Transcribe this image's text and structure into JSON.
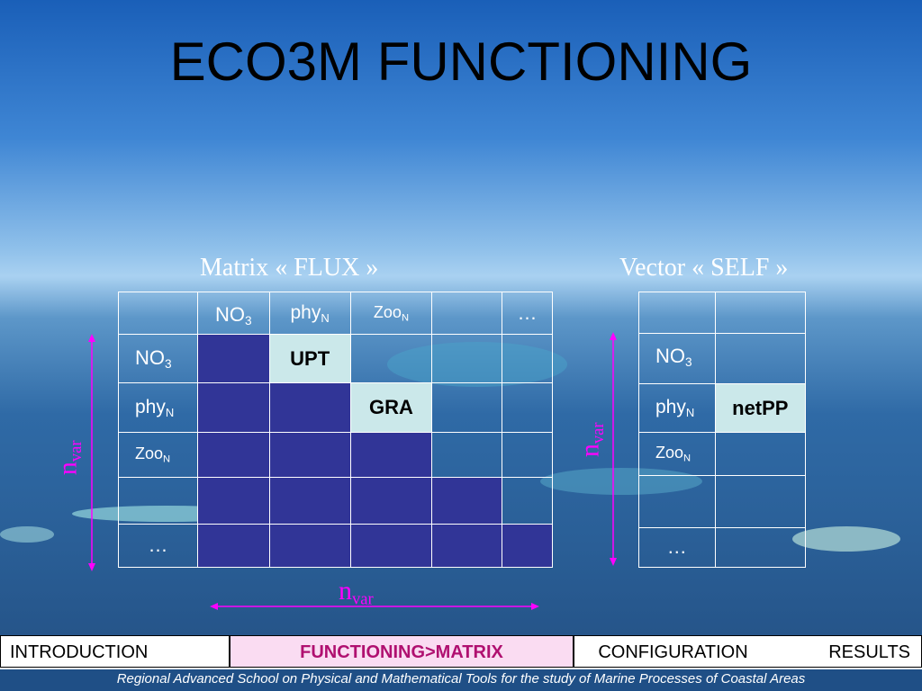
{
  "slide": {
    "title": "ECO3M FUNCTIONING",
    "matrix_caption": "Matrix « FLUX »",
    "vector_caption": "Vector « SELF »"
  },
  "matrix": {
    "header": {
      "c1_base": "NO",
      "c1_sub": "3",
      "c2_base": "phy",
      "c2_sub": "N",
      "c3_base": "Zoo",
      "c3_sub": "N",
      "c5": "…"
    },
    "rows": [
      {
        "base": "NO",
        "sub": "3"
      },
      {
        "base": "phy",
        "sub": "N"
      },
      {
        "base": "Zoo",
        "sub": "N"
      },
      {
        "base": "",
        "sub": ""
      },
      {
        "base": "…",
        "sub": ""
      }
    ],
    "cells": {
      "upt": "UPT",
      "gra": "GRA"
    }
  },
  "vector": {
    "rows": [
      {
        "base": "NO",
        "sub": "3"
      },
      {
        "base": "phy",
        "sub": "N"
      },
      {
        "base": "Zoo",
        "sub": "N"
      },
      {
        "base": "",
        "sub": ""
      },
      {
        "base": "…",
        "sub": ""
      }
    ],
    "cell": "netPP"
  },
  "nvar": {
    "base": "n",
    "sub": "var"
  },
  "nav": {
    "introduction": "INTRODUCTION",
    "functioning": "FUNCTIONING>MATRIX",
    "configuration": "CONFIGURATION",
    "results": "RESULTS"
  },
  "footer": "Regional Advanced School on Physical and Mathematical Tools for the study of Marine Processes of Coastal Areas",
  "colors": {
    "matrix_fill": "#313597",
    "highlight": "#cbe8ea",
    "arrow": "#ff00ff",
    "nav_active": "#fadcf2"
  }
}
